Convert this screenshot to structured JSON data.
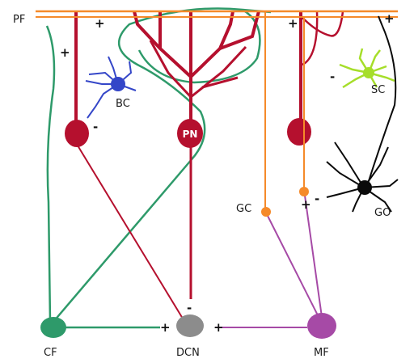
{
  "labels": {
    "pf": "PF",
    "bc": "BC",
    "pn": "PN",
    "sc": "SC",
    "gc": "GC",
    "go": "GO",
    "cf": "CF",
    "dcn": "DCN",
    "mf": "MF"
  },
  "signs": {
    "plus": "+",
    "minus": "-"
  },
  "colors": {
    "purkinje": "#b5102e",
    "parallel_fiber": "#f58a2a",
    "climbing_fiber": "#2e9a6a",
    "mossy_fiber": "#a64aa6",
    "basket_cell": "#3446c8",
    "stellate_cell": "#a6de2a",
    "golgi_cell": "#0a0a0a",
    "dcn": "#8c8c8c"
  }
}
